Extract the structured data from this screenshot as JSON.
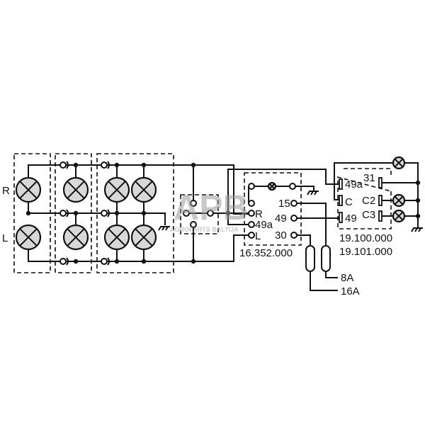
{
  "labels": {
    "right": "R",
    "left": "L",
    "flasher_part": "16.352.000",
    "flasher_terminals": {
      "t15": "15",
      "t49": "49",
      "t30": "30",
      "tR": "R",
      "t49a": "49a",
      "tL": "L"
    },
    "relay_part_1": "19.100.000",
    "relay_part_2": "19.101.000",
    "relay_terminals": {
      "t49a": "49a",
      "tC": "C",
      "t49": "49",
      "t31": "31",
      "tC2": "C2",
      "tC3": "C3"
    },
    "fuse_small": "8A",
    "fuse_large": "16A"
  },
  "watermark": {
    "logo": "APB",
    "text": "AGROPARTS BALTIJA"
  },
  "colors": {
    "line": "#111111",
    "lamp_fill": "#d8d8d8",
    "watermark": "#9a9a9a"
  }
}
